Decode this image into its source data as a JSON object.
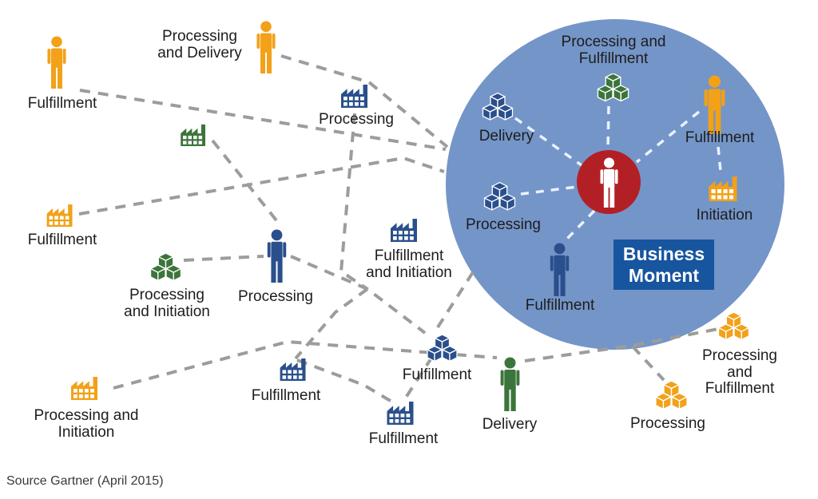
{
  "badge": {
    "label": "Business\nMoment"
  },
  "source_note": "Source Gartner (April 2015)",
  "colors": {
    "orange": "#F2A118",
    "blue": "#2A4F8C",
    "green": "#3C753B",
    "moment_circle_blue": "#7495C8",
    "center_red": "#B22026",
    "badge_blue": "#17559E",
    "dash_gray": "#9C9C9C",
    "dash_white": "#EAF2FB",
    "text": "#1D1D1D"
  },
  "center_icon": "person-icon",
  "nodes": [
    {
      "id": "ext-person-1",
      "label": "Fulfillment",
      "icon": "person-icon",
      "color": "orange",
      "inside_circle": false
    },
    {
      "id": "ext-person-2",
      "label": "Processing\nand Delivery",
      "icon": "person-icon",
      "color": "orange",
      "inside_circle": false
    },
    {
      "id": "ext-factory-1",
      "label": "Processing",
      "icon": "factory-icon",
      "color": "blue",
      "inside_circle": false
    },
    {
      "id": "ext-factory-2",
      "label": "",
      "icon": "factory-icon",
      "color": "green",
      "inside_circle": false
    },
    {
      "id": "ext-factory-3",
      "label": "Fulfillment",
      "icon": "factory-icon",
      "color": "orange",
      "inside_circle": false
    },
    {
      "id": "ext-cubes-1",
      "label": "Processing\nand Initiation",
      "icon": "cubes-icon",
      "color": "green",
      "inside_circle": false
    },
    {
      "id": "ext-person-3",
      "label": "Processing",
      "icon": "person-icon",
      "color": "blue",
      "inside_circle": false
    },
    {
      "id": "ext-factory-4",
      "label": "Fulfillment\nand Initiation",
      "icon": "factory-icon",
      "color": "blue",
      "inside_circle": false
    },
    {
      "id": "ext-factory-5",
      "label": "Processing and\nInitiation",
      "icon": "factory-icon",
      "color": "orange",
      "inside_circle": false
    },
    {
      "id": "ext-factory-6",
      "label": "Fulfillment",
      "icon": "factory-icon",
      "color": "blue",
      "inside_circle": false
    },
    {
      "id": "ext-cubes-2",
      "label": "Fulfillment",
      "icon": "cubes-icon",
      "color": "blue",
      "inside_circle": false
    },
    {
      "id": "ext-factory-7",
      "label": "Fulfillment",
      "icon": "factory-icon",
      "color": "blue",
      "inside_circle": false
    },
    {
      "id": "ext-person-4",
      "label": "Delivery",
      "icon": "person-icon",
      "color": "green",
      "inside_circle": false
    },
    {
      "id": "ext-cubes-3",
      "label": "Processing",
      "icon": "cubes-icon",
      "color": "orange",
      "inside_circle": false
    },
    {
      "id": "ext-cubes-4",
      "label": "Processing\nand\nFulfillment",
      "icon": "cubes-icon",
      "color": "orange",
      "inside_circle": false
    },
    {
      "id": "in-cubes-1",
      "label": "Delivery",
      "icon": "cubes-icon",
      "color": "blue",
      "inside_circle": true
    },
    {
      "id": "in-cubes-2",
      "label": "Processing and\nFulfillment",
      "icon": "cubes-icon",
      "color": "green",
      "inside_circle": true
    },
    {
      "id": "in-person-1",
      "label": "Fulfillment",
      "icon": "person-icon",
      "color": "orange",
      "inside_circle": true
    },
    {
      "id": "in-factory-1",
      "label": "Initiation",
      "icon": "factory-icon",
      "color": "orange",
      "inside_circle": true
    },
    {
      "id": "in-cubes-3",
      "label": "Processing",
      "icon": "cubes-icon",
      "color": "blue",
      "inside_circle": true
    },
    {
      "id": "in-person-2",
      "label": "Fulfillment",
      "icon": "person-icon",
      "color": "blue",
      "inside_circle": true
    }
  ]
}
